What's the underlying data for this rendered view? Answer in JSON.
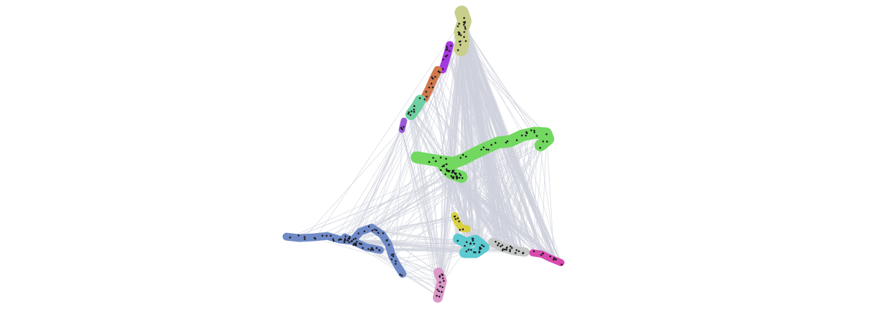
{
  "graph": {
    "edge_color": "#cfd2dc",
    "node_color": "#1d1d1d",
    "clusters": [
      {
        "id": "yellow-green",
        "color": "#c9cf8a"
      },
      {
        "id": "purple",
        "color": "#a43ae0"
      },
      {
        "id": "orange",
        "color": "#d0784e"
      },
      {
        "id": "teal",
        "color": "#6fd0a2"
      },
      {
        "id": "violet",
        "color": "#9a5ad8"
      },
      {
        "id": "green",
        "color": "#72d860"
      },
      {
        "id": "blue",
        "color": "#6f8ac6"
      },
      {
        "id": "yellow",
        "color": "#d8d040"
      },
      {
        "id": "cyan",
        "color": "#5ccad0"
      },
      {
        "id": "gray",
        "color": "#c4c7c6"
      },
      {
        "id": "magenta",
        "color": "#d84aae"
      },
      {
        "id": "pink",
        "color": "#dc98c8"
      }
    ]
  }
}
